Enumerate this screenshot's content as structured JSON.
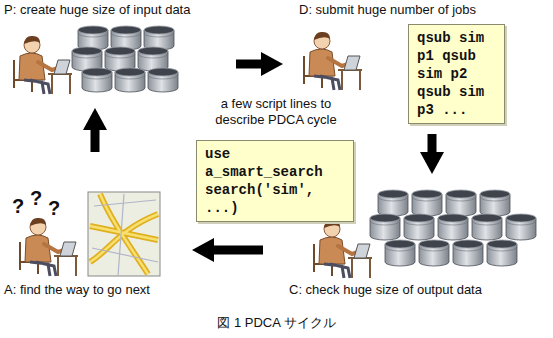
{
  "diagram": {
    "caption": "図 1 PDCA サイクル",
    "nodes": [
      {
        "text": [
          "P: create huge size of input data"
        ]
      },
      {
        "text": [
          "D: submit huge number of jobs"
        ]
      },
      {
        "text": [
          "qsub sim p1 qsub sim p2 qsub sim p3 ..."
        ],
        "in": 1
      },
      {
        "text": [
          "C: check huge size of output data"
        ]
      },
      {
        "text": [
          "A: find the way to go next"
        ]
      },
      {
        "text": [
          "use a_smart_search search('sim', ...)"
        ]
      }
    ],
    "edges": [
      {
        "from": 0,
        "to": 1,
        "arrow": "to"
      },
      {
        "from": 1,
        "to": 3,
        "arrow": "to"
      },
      {
        "from": 3,
        "to": 4,
        "arrow": "to"
      },
      {
        "from": 4,
        "to": 0,
        "arrow": "to"
      }
    ],
    "labels": [
      "a few script lines to describe PDCA cycle",
      "?",
      "?",
      "?"
    ]
  }
}
